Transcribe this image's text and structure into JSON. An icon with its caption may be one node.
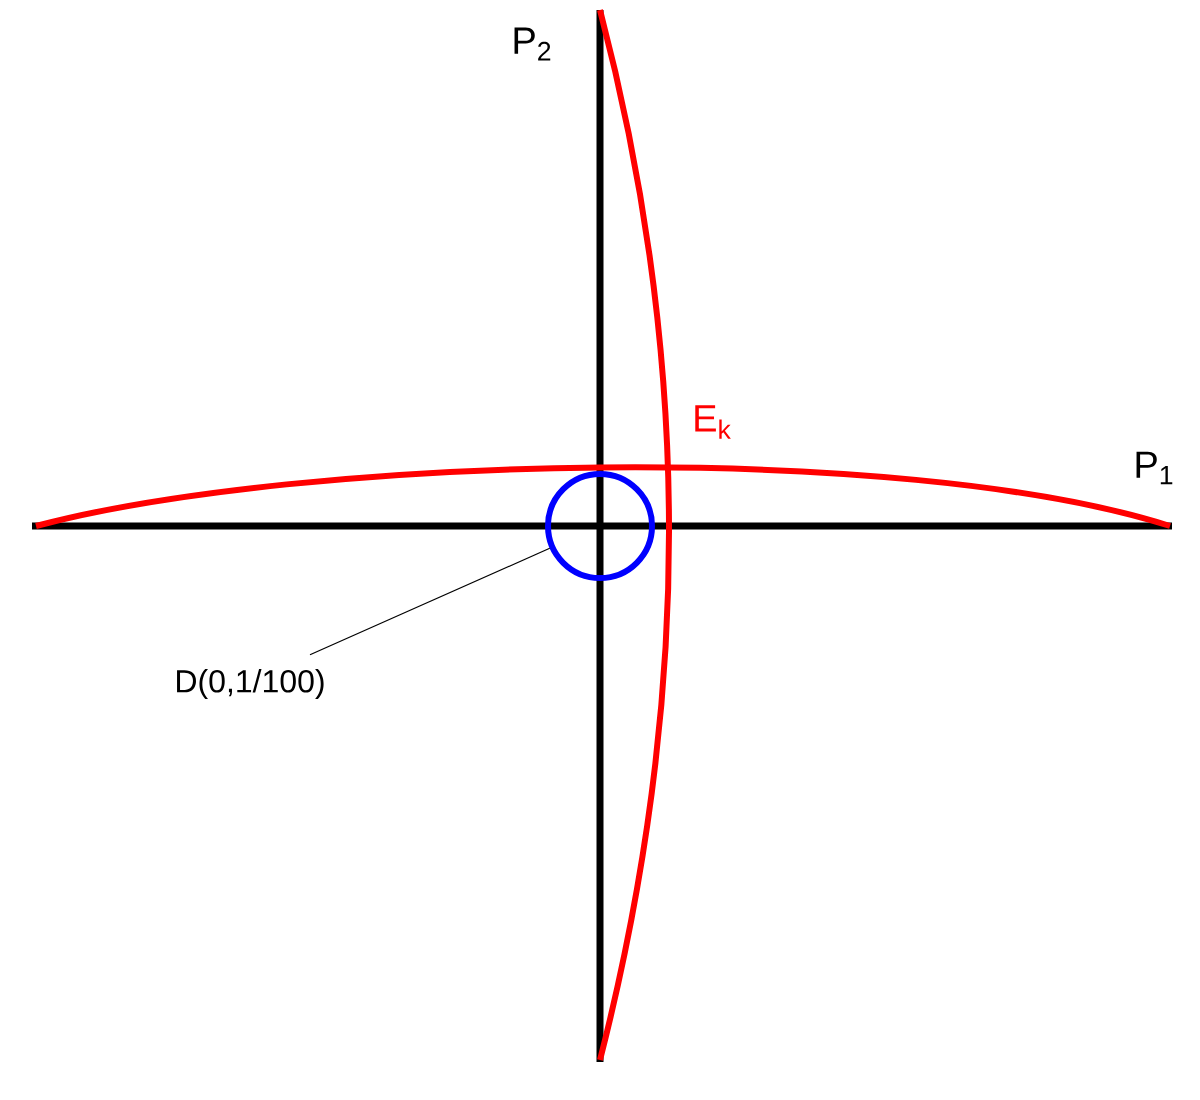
{
  "diagram": {
    "nodes": [
      {
        "text": [
          "D(0,1/100)"
        ]
      },
      {
        "text": [],
        "shape": "circle"
      }
    ],
    "edges": [
      {
        "from": 0,
        "to": 1,
        "arrow": "none"
      }
    ],
    "labels": [
      "P$_{2}$",
      "P$_{1}$",
      "E$_{k}$"
    ]
  }
}
